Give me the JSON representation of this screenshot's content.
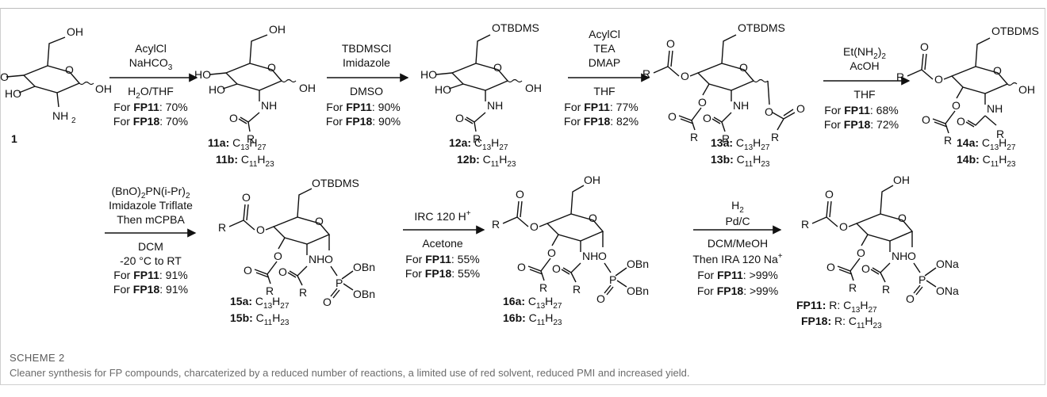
{
  "compound_1": "1",
  "steps": [
    {
      "reagents": [
        "AcylCl",
        "NaHCO3"
      ],
      "solvent": "H2O/THF",
      "yield_fp11": "70%",
      "yield_fp18": "70%"
    },
    {
      "reagents": [
        "TBDMSCl",
        "Imidazole"
      ],
      "solvent": "DMSO",
      "yield_fp11": "90%",
      "yield_fp18": "90%"
    },
    {
      "reagents": [
        "AcylCl",
        "TEA",
        "DMAP"
      ],
      "solvent": "THF",
      "yield_fp11": "77%",
      "yield_fp18": "82%"
    },
    {
      "reagents": [
        "Et(NH2)2",
        "AcOH"
      ],
      "solvent": "THF",
      "yield_fp11": "68%",
      "yield_fp18": "72%"
    },
    {
      "reagents": [
        "(BnO)2PN(i-Pr)2",
        "Imidazole Triflate",
        "Then mCPBA"
      ],
      "solvent": "DCM",
      "extra": "-20 °C to RT",
      "yield_fp11": "91%",
      "yield_fp18": "91%"
    },
    {
      "reagents": [
        "IRC 120 H+"
      ],
      "solvent": "Acetone",
      "yield_fp11": "55%",
      "yield_fp18": "55%"
    },
    {
      "reagents": [
        "H2",
        "Pd/C"
      ],
      "solvent": "DCM/MeOH",
      "extra": "Then IRA 120 Na+",
      "yield_fp11": ">99%",
      "yield_fp18": ">99%"
    }
  ],
  "labels": {
    "for": "For",
    "fp11": "FP11",
    "fp18": "FP18",
    "c13": "C13H27",
    "c11": "C11H23",
    "11a": "11a:",
    "11b": "11b:",
    "12a": "12a:",
    "12b": "12b:",
    "13a": "13a:",
    "13b": "13b:",
    "14a": "14a:",
    "14b": "14b:",
    "15a": "15a:",
    "15b": "15b:",
    "16a": "16a:",
    "16b": "16b:",
    "fp11_r": "FP11:",
    "fp18_r": "FP18:",
    "r_eq": "R:"
  },
  "atoms": {
    "OH": "OH",
    "HO": "HO",
    "NH2": "NH",
    "NH": "NH",
    "O": "O",
    "R": "R",
    "OTBDMS": "OTBDMS",
    "P": "P",
    "OBn": "OBn",
    "ONa": "ONa"
  },
  "caption": {
    "title": "SCHEME 2",
    "text": "Cleaner synthesis for FP compounds, charcaterized by a reduced number of reactions, a limited use of red solvent, reduced PMI and increased yield."
  }
}
